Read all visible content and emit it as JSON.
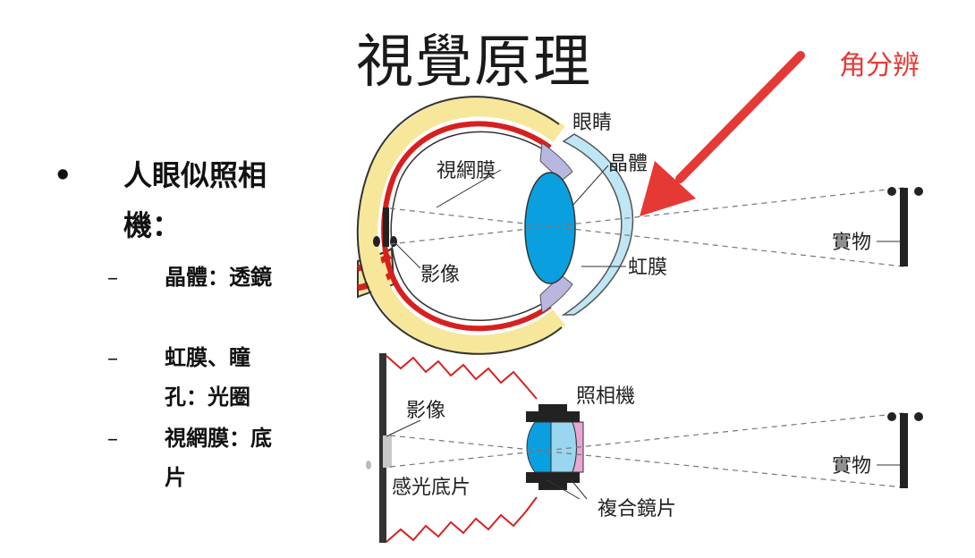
{
  "title": "視覺原理",
  "annotation": "角分辨",
  "bullet": {
    "main": "人眼似照相機：",
    "subs": [
      "晶體：透鏡",
      "虹膜、瞳孔：光圈",
      "視網膜：底片"
    ]
  },
  "eye_diagram": {
    "heading": "眼睛",
    "labels": {
      "retina": "視網膜",
      "lens": "晶體",
      "image": "影像",
      "iris": "虹膜",
      "object": "實物"
    }
  },
  "camera_diagram": {
    "heading": "照相機",
    "labels": {
      "image": "影像",
      "film": "感光底片",
      "lenses": "複合鏡片",
      "object": "實物"
    }
  },
  "colors": {
    "arrow": "#e53935",
    "retina_red": "#d62020",
    "sclera_yellow": "#f6e79a",
    "lens_blue": "#0aa0e0",
    "cornea_blue": "#bfe6f5",
    "iris_purple": "#b9b6e0"
  }
}
